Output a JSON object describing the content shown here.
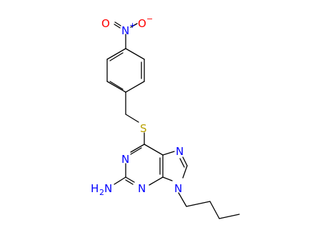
{
  "molecule": {
    "atoms": {
      "nitro_o_left": {
        "text": "O",
        "color": "#ff0000"
      },
      "nitro_n": {
        "text": "N",
        "color": "#0000ff"
      },
      "nitro_plus": {
        "text": "+",
        "color": "#0000ff"
      },
      "nitro_o_right": {
        "text": "O",
        "color": "#ff0000"
      },
      "nitro_minus": {
        "text": "−",
        "color": "#ff0000"
      },
      "sulfur": {
        "text": "S",
        "color": "#b8a000"
      },
      "ring_n1": {
        "text": "N",
        "color": "#0000ff"
      },
      "ring_n3": {
        "text": "N",
        "color": "#0000ff"
      },
      "ring_n7": {
        "text": "N",
        "color": "#0000ff"
      },
      "ring_n9": {
        "text": "N",
        "color": "#0000ff"
      },
      "amine_h": {
        "text": "H",
        "color": "#0000ff"
      },
      "amine_sub": {
        "text": "2",
        "color": "#0000ff"
      },
      "amine_n": {
        "text": "N",
        "color": "#0000ff"
      }
    },
    "bond_color": "#000000"
  }
}
